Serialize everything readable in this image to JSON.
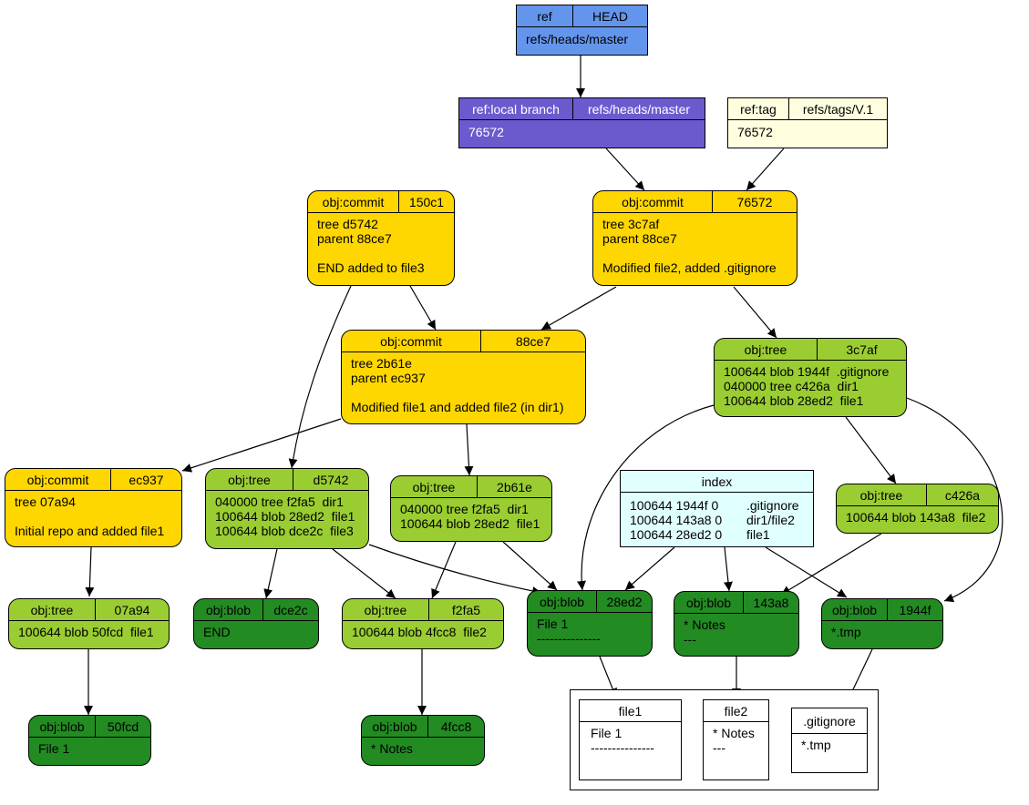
{
  "ref_head": {
    "col1": "ref",
    "col2": "HEAD",
    "value": "refs/heads/master"
  },
  "branch": {
    "col1": "ref:local branch",
    "col2": "refs/heads/master",
    "value": "76572"
  },
  "tag": {
    "col1": "ref:tag",
    "col2": "refs/tags/V.1",
    "value": "76572"
  },
  "commit_150c1": {
    "type": "obj:commit",
    "id": "150c1",
    "body": "tree d5742\nparent 88ce7\n\nEND added to file3"
  },
  "commit_76572": {
    "type": "obj:commit",
    "id": "76572",
    "body": "tree 3c7af\nparent 88ce7\n\nModified file2, added .gitignore"
  },
  "commit_88ce7": {
    "type": "obj:commit",
    "id": "88ce7",
    "body": "tree 2b61e\nparent ec937\n\nModified file1 and added file2 (in dir1)"
  },
  "commit_ec937": {
    "type": "obj:commit",
    "id": "ec937",
    "body": "tree 07a94\n\nInitial repo and added file1"
  },
  "tree_3c7af": {
    "type": "obj:tree",
    "id": "3c7af",
    "body": "100644 blob 1944f  .gitignore\n040000 tree c426a  dir1\n100644 blob 28ed2  file1"
  },
  "tree_d5742": {
    "type": "obj:tree",
    "id": "d5742",
    "body": "040000 tree f2fa5  dir1\n100644 blob 28ed2  file1\n100644 blob dce2c  file3"
  },
  "tree_2b61e": {
    "type": "obj:tree",
    "id": "2b61e",
    "body": "040000 tree f2fa5  dir1\n100644 blob 28ed2  file1"
  },
  "tree_c426a": {
    "type": "obj:tree",
    "id": "c426a",
    "body": "100644 blob 143a8  file2"
  },
  "tree_07a94": {
    "type": "obj:tree",
    "id": "07a94",
    "body": "100644 blob 50fcd  file1"
  },
  "tree_f2fa5": {
    "type": "obj:tree",
    "id": "f2fa5",
    "body": "100644 blob 4fcc8  file2"
  },
  "index": {
    "title": "index",
    "rows": [
      {
        "entry": "100644 1944f 0",
        "path": ".gitignore"
      },
      {
        "entry": "100644 143a8 0",
        "path": "dir1/file2"
      },
      {
        "entry": "100644 28ed2 0",
        "path": "file1"
      }
    ]
  },
  "blob_dce2c": {
    "type": "obj:blob",
    "id": "dce2c",
    "body": "END"
  },
  "blob_28ed2": {
    "type": "obj:blob",
    "id": "28ed2",
    "body": "File 1\n---------------"
  },
  "blob_143a8": {
    "type": "obj:blob",
    "id": "143a8",
    "body": "* Notes\n---"
  },
  "blob_1944f": {
    "type": "obj:blob",
    "id": "1944f",
    "body": "*.tmp"
  },
  "blob_50fcd": {
    "type": "obj:blob",
    "id": "50fcd",
    "body": "File 1"
  },
  "blob_4fcc8": {
    "type": "obj:blob",
    "id": "4fcc8",
    "body": "* Notes"
  },
  "file_file1": {
    "title": "file1",
    "body": "File 1\n---------------"
  },
  "file_file2": {
    "title": "file2",
    "body": "* Notes\n---"
  },
  "file_gitignore": {
    "title": ".gitignore",
    "body": "*.tmp"
  },
  "colors": {
    "ref": "#6495ed",
    "branch": "#6a5acd",
    "tag": "#ffffe0",
    "commit": "#ffd700",
    "tree": "#9acd32",
    "blob": "#228b22",
    "index": "#e0ffff"
  }
}
